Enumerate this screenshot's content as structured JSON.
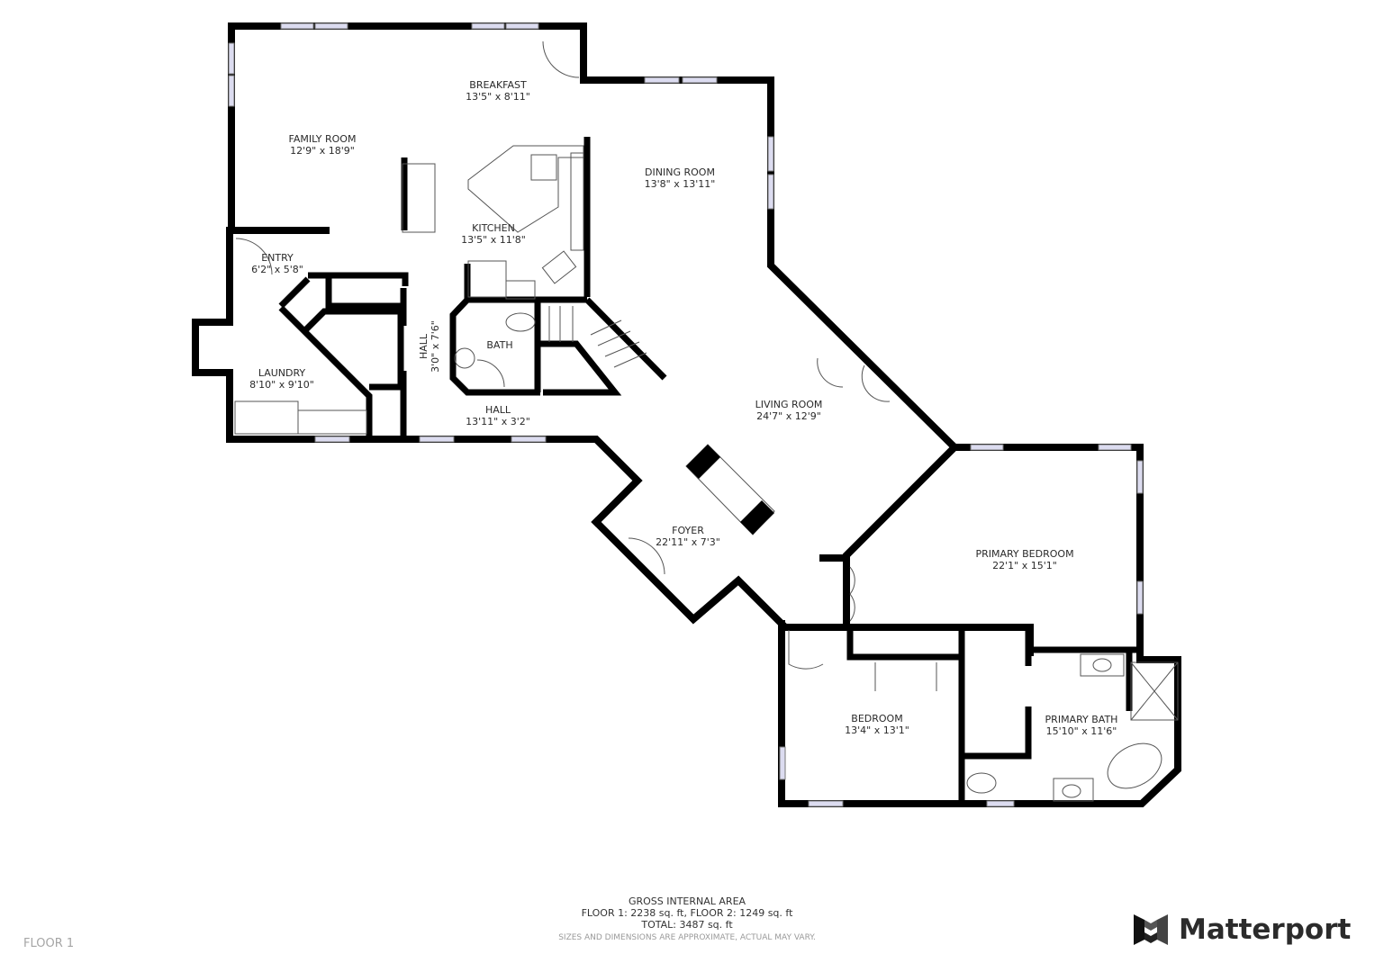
{
  "floor_label": "FLOOR 1",
  "rooms": {
    "breakfast": {
      "name": "BREAKFAST",
      "dim": "13'5\" x 8'11\""
    },
    "family_room": {
      "name": "FAMILY ROOM",
      "dim": "12'9\" x 18'9\""
    },
    "dining_room": {
      "name": "DINING ROOM",
      "dim": "13'8\" x 13'11\""
    },
    "kitchen": {
      "name": "KITCHEN",
      "dim": "13'5\" x 11'8\""
    },
    "entry": {
      "name": "ENTRY",
      "dim": "6'2\" x 5'8\""
    },
    "hall_vertical": {
      "name": "HALL",
      "dim": "3'0\" x 7'6\""
    },
    "bath": {
      "name": "BATH",
      "dim": ""
    },
    "laundry": {
      "name": "LAUNDRY",
      "dim": "8'10\" x 9'10\""
    },
    "hall": {
      "name": "HALL",
      "dim": "13'11\" x 3'2\""
    },
    "living_room": {
      "name": "LIVING ROOM",
      "dim": "24'7\" x 12'9\""
    },
    "foyer": {
      "name": "FOYER",
      "dim": "22'11\" x 7'3\""
    },
    "primary_bedroom": {
      "name": "PRIMARY BEDROOM",
      "dim": "22'1\" x 15'1\""
    },
    "bedroom": {
      "name": "BEDROOM",
      "dim": "13'4\" x 13'1\""
    },
    "primary_bath": {
      "name": "PRIMARY BATH",
      "dim": "15'10\" x 11'6\""
    }
  },
  "footer": {
    "title": "GROSS INTERNAL AREA",
    "floors": "FLOOR 1: 2238 sq. ft, FLOOR 2: 1249 sq. ft",
    "total": "TOTAL: 3487 sq. ft",
    "note": "SIZES AND DIMENSIONS ARE APPROXIMATE, ACTUAL MAY VARY."
  },
  "brand": {
    "name": "Matterport",
    "icon": "matterport-logo-icon"
  },
  "colors": {
    "wall": "#000000",
    "window": "#dcdcf0",
    "fixture": "#6a6a6a",
    "text": "#2a2a2a",
    "muted": "#9a9a9a"
  }
}
